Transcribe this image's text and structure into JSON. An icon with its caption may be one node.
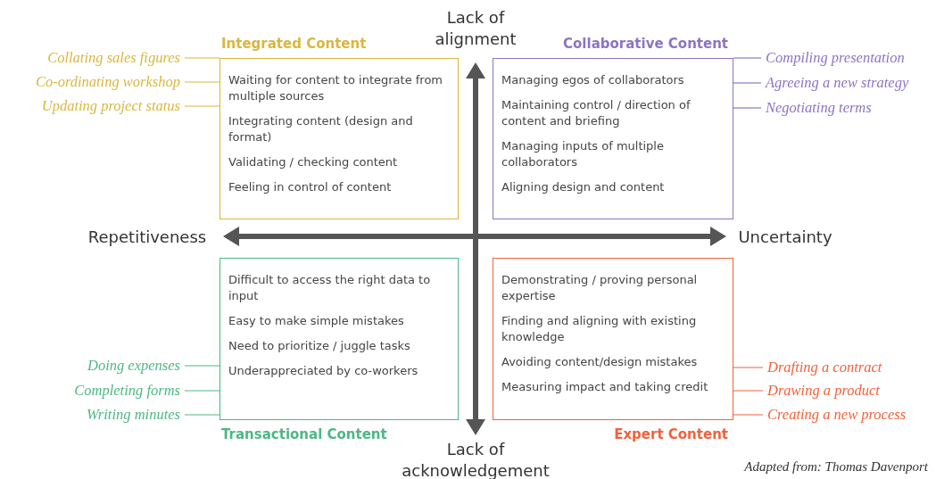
{
  "diagram": {
    "nodes": [
      {
        "text": [
          "Integrated Content",
          "Waiting for content to integrate from multiple sources",
          "Integrating content (design and format)",
          "Validating / checking content",
          "Feeling in control of content"
        ]
      },
      {
        "text": [
          "Collaborative Content",
          "Managing egos of collaborators",
          "Maintaining control / direction of content and briefing",
          "Managing inputs of multiple collaborators",
          "Aligning design and content"
        ]
      },
      {
        "text": [
          "Difficult  to access the right data to input",
          "Easy to make simple mistakes",
          "Need to prioritize / juggle tasks",
          "Underappreciated by co-workers",
          "Transactional Content"
        ]
      },
      {
        "text": [
          "Demonstrating / proving personal expertise",
          "Finding and aligning with existing knowledge",
          "Avoiding content/design mistakes",
          "Measuring impact and taking credit",
          "Expert Content"
        ]
      },
      {
        "text": [
          "Collating sales figures"
        ]
      },
      {
        "text": [
          "Co-ordinating workshop"
        ]
      },
      {
        "text": [
          "Updating project status"
        ]
      },
      {
        "text": [
          "Compiling presentation"
        ]
      },
      {
        "text": [
          "Agreeing a new strategy"
        ]
      },
      {
        "text": [
          "Negotiating terms"
        ]
      },
      {
        "text": [
          "Doing expenses"
        ]
      },
      {
        "text": [
          "Completing forms"
        ]
      },
      {
        "text": [
          "Writing minutes"
        ]
      },
      {
        "text": [
          "Drafting a contract"
        ]
      },
      {
        "text": [
          "Drawing a product"
        ]
      },
      {
        "text": [
          "Creating a new process"
        ]
      }
    ],
    "edges": [
      {
        "from": 4,
        "to": 0,
        "arrow": "none",
        "color": "#d9b73f"
      },
      {
        "from": 5,
        "to": 0,
        "arrow": "none",
        "color": "#d9b73f"
      },
      {
        "from": 6,
        "to": 0,
        "arrow": "none",
        "color": "#d9b73f"
      },
      {
        "from": 7,
        "to": 1,
        "arrow": "none",
        "color": "#8c74c4"
      },
      {
        "from": 8,
        "to": 1,
        "arrow": "none",
        "color": "#8c74c4"
      },
      {
        "from": 9,
        "to": 1,
        "arrow": "none",
        "color": "#8c74c4"
      },
      {
        "from": 10,
        "to": 2,
        "arrow": "none",
        "color": "#4cb883"
      },
      {
        "from": 11,
        "to": 2,
        "arrow": "none",
        "color": "#4cb883"
      },
      {
        "from": 12,
        "to": 2,
        "arrow": "none",
        "color": "#4cb883"
      },
      {
        "from": 13,
        "to": 3,
        "arrow": "none",
        "color": "#f2613c"
      },
      {
        "from": 14,
        "to": 3,
        "arrow": "none",
        "color": "#f2613c"
      },
      {
        "from": 15,
        "to": 3,
        "arrow": "none",
        "color": "#f2613c"
      }
    ],
    "labels": [
      "Lack of alignment",
      "Repetitiveness",
      "Uncertainty",
      "Lack of acknowledgement",
      "Adapted from: Thomas Davenport"
    ]
  }
}
